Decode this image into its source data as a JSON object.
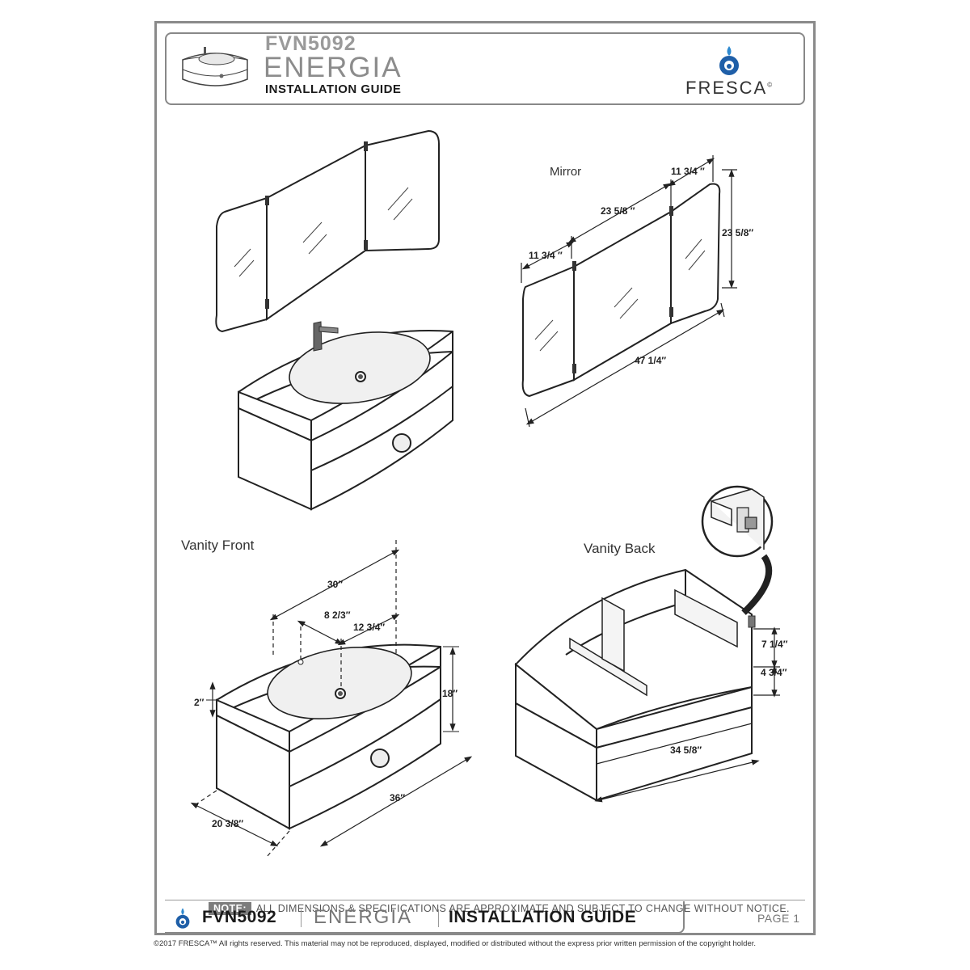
{
  "header": {
    "model": "FVN5092",
    "collection": "ENERGIA",
    "doc_type": "INSTALLATION GUIDE",
    "brand": "FRESCA",
    "brand_mark": "©"
  },
  "sections": {
    "mirror": "Mirror",
    "vanity_front": "Vanity Front",
    "vanity_back": "Vanity Back"
  },
  "dimensions": {
    "mirror_side_top": "11 3/4 ″",
    "mirror_center_top": "23 5/8 ″",
    "mirror_height": "23 5/8″",
    "mirror_side_left": "11 3/4 ″",
    "mirror_width": "47 1/4″",
    "front_30": "30″",
    "front_8_2_3": "8 2/3″",
    "front_12_3_4": "12 3/4″",
    "front_2": "2″",
    "front_18": "18″",
    "front_36": "36″",
    "front_20_3_8": "20 3/8″",
    "back_7_1_4": "7 1/4″",
    "back_4_3_4": "4 3/4″",
    "back_34_5_8": "34 5/8″"
  },
  "note": {
    "tag": "NOTE:",
    "text": "ALL DIMENSIONS & SPECIFICATIONS ARE APPROXIMATE AND SUBJECT TO CHANGE WITHOUT NOTICE."
  },
  "footer": {
    "model": "FVN5092",
    "collection": "ENERGIA",
    "doc_type": "INSTALLATION GUIDE",
    "page": "PAGE 1",
    "copyright": "©2017 FRESCA™ All rights reserved. This material may not be reproduced, displayed, modified or distributed without the express prior written permission of the copyright holder."
  },
  "colors": {
    "frame": "#8a8a8a",
    "logo_blue": "#1f6fb5",
    "ink": "#222222"
  }
}
